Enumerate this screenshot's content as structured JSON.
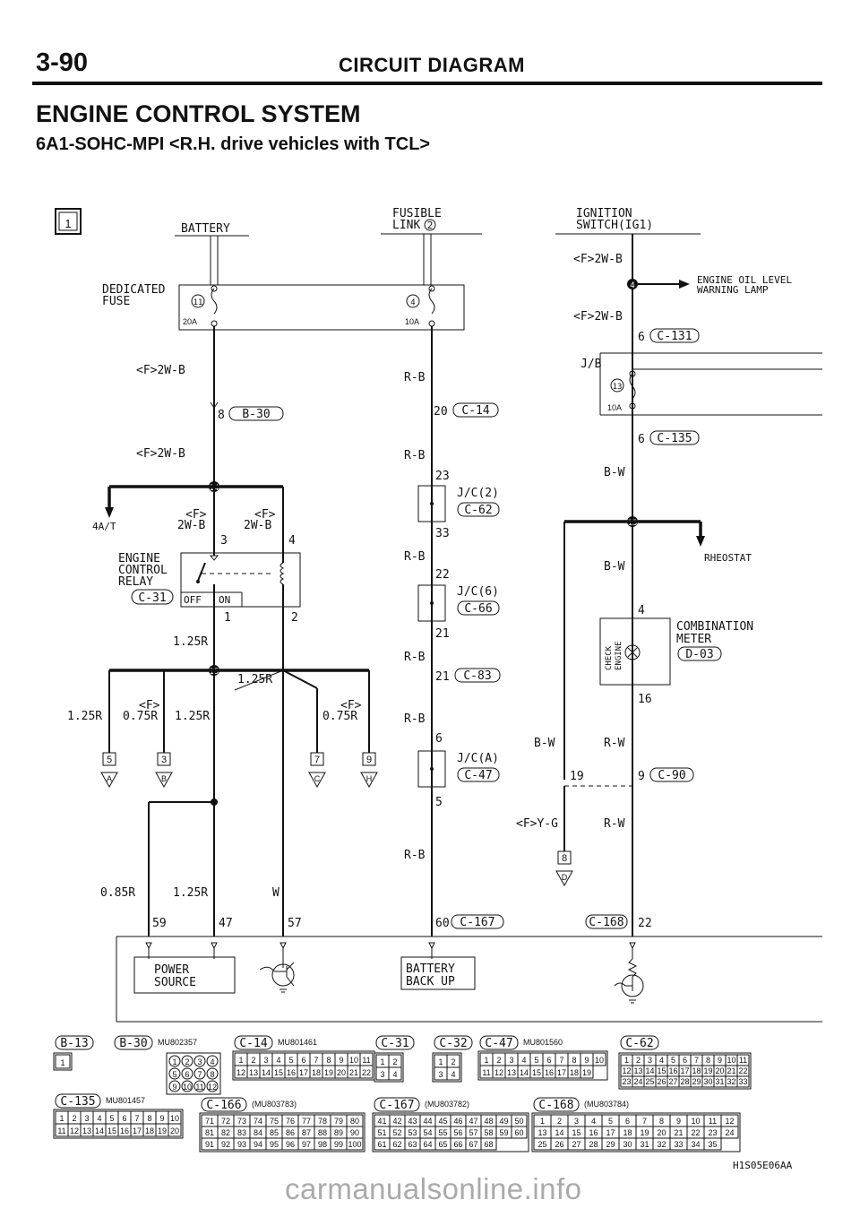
{
  "header": {
    "page_number": "3-90",
    "section": "CIRCUIT DIAGRAM",
    "title": "ENGINE CONTROL SYSTEM",
    "subtitle": "6A1-SOHC-MPI <R.H. drive vehicles with TCL>"
  },
  "sheet_number": "1",
  "labels": {
    "battery": "BATTERY",
    "fusible_link_1": "FUSIBLE",
    "fusible_link_2": "LINK",
    "fusible_link_no": "2",
    "ignition_switch_1": "IGNITION",
    "ignition_switch_2": "SWITCH(IG1)",
    "dedicated_fuse_1": "DEDICATED",
    "dedicated_fuse_2": "FUSE",
    "fuse_11": "11",
    "fuse_11_rating": "20A",
    "fuse_4": "4",
    "fuse_4_rating": "10A",
    "fuse_13": "13",
    "fuse_13_rating": "10A",
    "junction_block": "J/B",
    "engine_oil_1": "ENGINE OIL LEVEL",
    "engine_oil_2": "WARNING LAMP",
    "junction_4": "4",
    "ecr_1": "ENGINE",
    "ecr_2": "CONTROL",
    "ecr_3": "RELAY",
    "ecr_connector": "C-31",
    "relay_off": "OFF",
    "relay_on": "ON",
    "at_label": "4A/T",
    "junction_14": "14",
    "junction_15": "15",
    "junction_13": "13",
    "rheostat": "RHEOSTAT",
    "meter_1": "COMBINATION",
    "meter_2": "METER",
    "meter_connector": "D-03",
    "check_1": "CHECK",
    "check_2": "ENGINE",
    "jc2": "J/C(2)",
    "jc2_connector": "C-62",
    "jc6": "J/C(6)",
    "jc6_connector": "C-66",
    "jca": "J/C(A)",
    "jca_connector": "C-47",
    "power_1": "POWER",
    "power_2": "SOURCE",
    "backup_1": "BATTERY",
    "backup_2": "BACK UP",
    "figure_code": "H1S05E06AA"
  },
  "wires": {
    "w_2wb": "<F>2W-B",
    "w_f": "<F>",
    "w_2wb_short": "2W-B",
    "w_rb": "R-B",
    "w_bw": "B-W",
    "w_rw": "R-W",
    "w_fyg": "<F>Y-G",
    "w_125r": "1.25R",
    "w_075r": "0.75R",
    "w_085r": "0.85R",
    "w_w": "W"
  },
  "pins": {
    "p8": "8",
    "c_b30": "B-30",
    "p20": "20",
    "c_c14": "C-14",
    "p23": "23",
    "p33": "33",
    "p22": "22",
    "p21a": "21",
    "p21b": "21",
    "c_c83": "C-83",
    "p6a": "6",
    "p5": "5",
    "p6b": "6",
    "c_c131": "C-131",
    "p6c": "6",
    "c_c135": "C-135",
    "p3": "3",
    "p4a": "4",
    "p1": "1",
    "p2": "2",
    "p4b": "4",
    "p16": "16",
    "p19": "19",
    "p9": "9",
    "c_c90": "C-90",
    "p59": "59",
    "p47": "47",
    "p57": "57",
    "p60": "60",
    "c_c167": "C-167",
    "c_c168": "C-168",
    "p22b": "22"
  },
  "connectors_off": [
    {
      "n": "5",
      "t": "A"
    },
    {
      "n": "3",
      "t": "B"
    },
    {
      "n": "7",
      "t": "C"
    },
    {
      "n": "9",
      "t": "H"
    },
    {
      "n": "8",
      "t": "D"
    }
  ],
  "connector_views": [
    {
      "id": "B-13",
      "part": "",
      "pins": [
        "1"
      ]
    },
    {
      "id": "B-30",
      "part": "MU802357",
      "pins": [
        "1",
        "2",
        "3",
        "4",
        "5",
        "6",
        "7",
        "8",
        "9",
        "10",
        "11",
        "12"
      ]
    },
    {
      "id": "C-14",
      "part": "MU801461",
      "pins": [
        "1",
        "2",
        "3",
        "4",
        "5",
        "6",
        "7",
        "8",
        "9",
        "10",
        "11",
        "12",
        "13",
        "14",
        "15",
        "16",
        "17",
        "18",
        "19",
        "20",
        "21",
        "22"
      ]
    },
    {
      "id": "C-31",
      "part": "",
      "pins": [
        "1",
        "2",
        "3",
        "4"
      ]
    },
    {
      "id": "C-32",
      "part": "",
      "pins": [
        "1",
        "2",
        "3",
        "4"
      ]
    },
    {
      "id": "C-47",
      "part": "MU801560",
      "pins": [
        "1",
        "2",
        "3",
        "4",
        "5",
        "6",
        "7",
        "8",
        "9",
        "10",
        "11",
        "12",
        "13",
        "14",
        "15",
        "16",
        "17",
        "18",
        "19"
      ]
    },
    {
      "id": "C-62",
      "part": "",
      "pins": [
        "1",
        "2",
        "3",
        "4",
        "5",
        "6",
        "7",
        "8",
        "9",
        "10",
        "11",
        "12",
        "13",
        "14",
        "15",
        "16",
        "17",
        "18",
        "19",
        "20",
        "21",
        "22",
        "23",
        "24",
        "25",
        "26",
        "27",
        "28",
        "29",
        "30",
        "31",
        "32",
        "33"
      ]
    },
    {
      "id": "C-135",
      "part": "MU801457",
      "pins": [
        "1",
        "2",
        "3",
        "4",
        "5",
        "6",
        "7",
        "8",
        "9",
        "10",
        "11",
        "12",
        "13",
        "14",
        "15",
        "16",
        "17",
        "18",
        "19",
        "20"
      ]
    },
    {
      "id": "C-166",
      "part": "(MU803783)",
      "pins": [
        "71",
        "72",
        "73",
        "74",
        "75",
        "76",
        "77",
        "78",
        "79",
        "80",
        "81",
        "82",
        "83",
        "84",
        "85",
        "86",
        "87",
        "88",
        "89",
        "90",
        "91",
        "92",
        "93",
        "94",
        "95",
        "96",
        "97",
        "98",
        "99",
        "100"
      ]
    },
    {
      "id": "C-167",
      "part": "(MU803782)",
      "pins": [
        "41",
        "42",
        "43",
        "44",
        "45",
        "46",
        "47",
        "48",
        "49",
        "50",
        "51",
        "52",
        "53",
        "54",
        "55",
        "56",
        "57",
        "58",
        "59",
        "60",
        "61",
        "62",
        "63",
        "64",
        "65",
        "66",
        "67",
        "68"
      ]
    },
    {
      "id": "C-168",
      "part": "(MU803784)",
      "pins": [
        "1",
        "2",
        "3",
        "4",
        "5",
        "6",
        "7",
        "8",
        "9",
        "10",
        "11",
        "12",
        "13",
        "14",
        "15",
        "16",
        "17",
        "18",
        "19",
        "20",
        "21",
        "22",
        "23",
        "24",
        "25",
        "26",
        "27",
        "28",
        "29",
        "30",
        "31",
        "32",
        "33",
        "34",
        "35"
      ]
    }
  ],
  "watermark": "carmanualsonline.info"
}
